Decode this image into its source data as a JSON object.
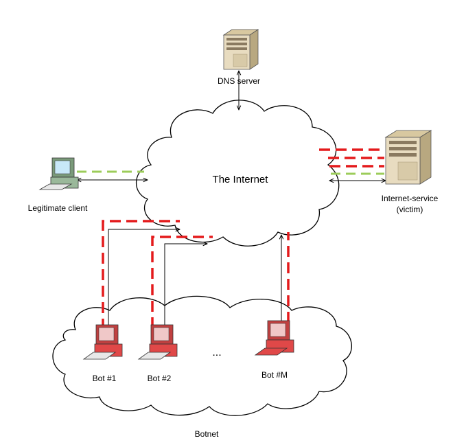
{
  "labels": {
    "dns": "DNS server",
    "internet": "The Internet",
    "client": "Legitimate client",
    "victim_line1": "Internet-service",
    "victim_line2": "(victim)",
    "bot1": "Bot #1",
    "bot2": "Bot #2",
    "botM": "Bot #M",
    "ellipsis": "...",
    "botnet": "Botnet"
  },
  "colors": {
    "attack": "#e41a1c",
    "legit": "#9ccc5a",
    "arrow": "#000000",
    "cloud_stroke": "#000000",
    "server": "#e8dcc0",
    "bot": "#e04848",
    "client": "#9ab89a"
  },
  "icons": {
    "dns": "server-icon",
    "victim": "server-icon",
    "client": "computer-icon",
    "bots": "infected-computer-icon"
  }
}
